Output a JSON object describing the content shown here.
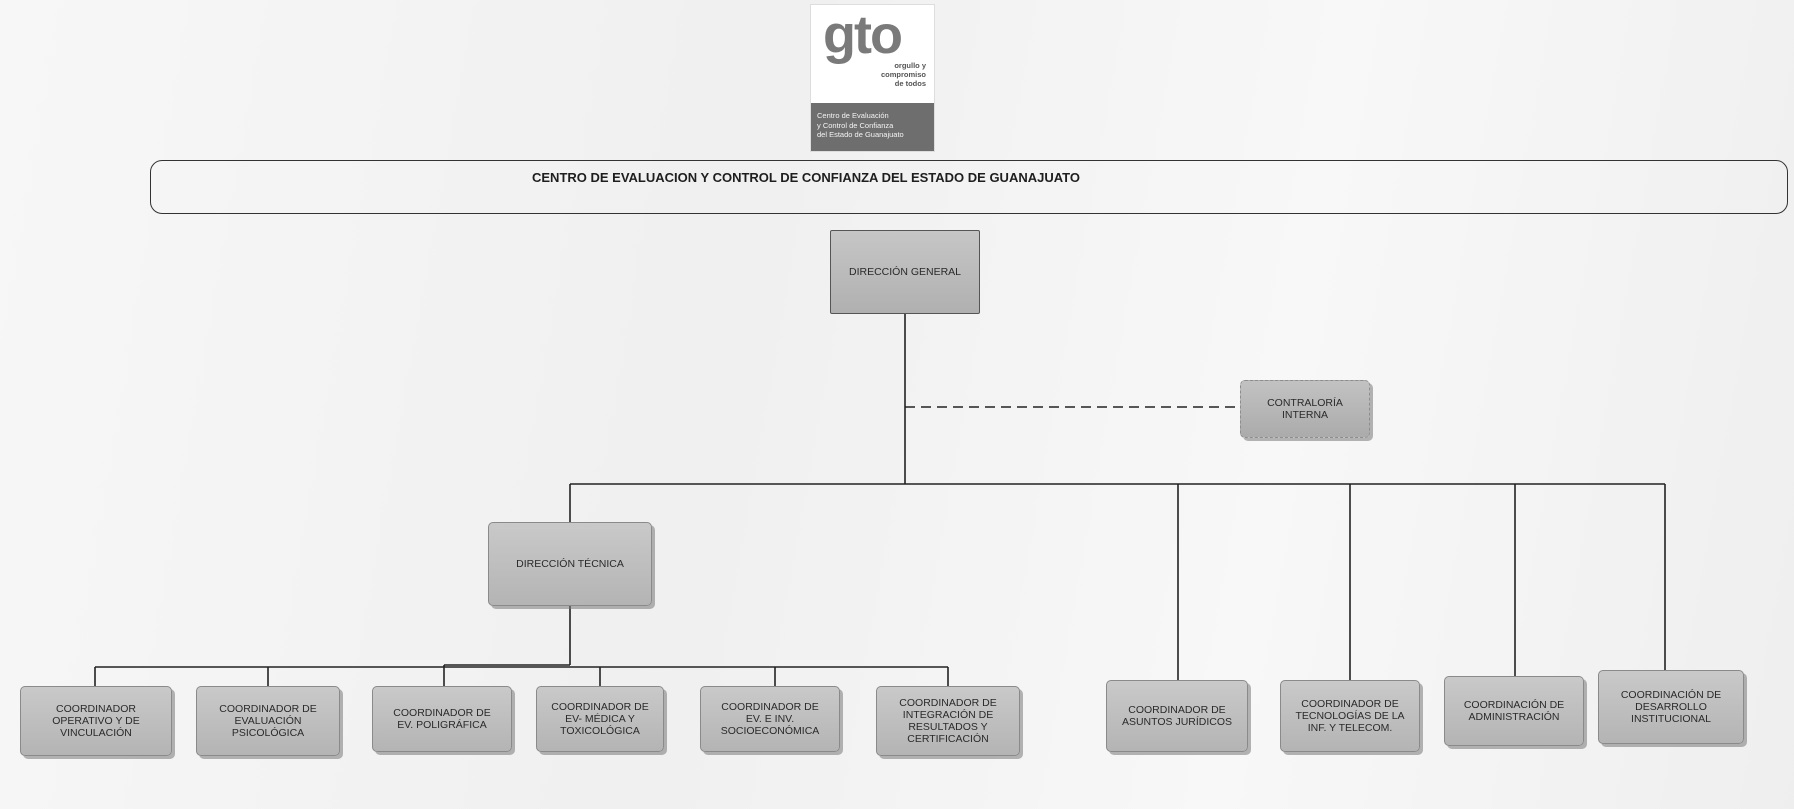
{
  "logo": {
    "wordmark": "gto",
    "tagline": "orgullo y\ncompromiso\nde todos",
    "band": "Centro de Evaluación\ny Control de Confianza\ndel Estado de Guanajuato"
  },
  "title": "CENTRO DE EVALUACION Y CONTROL DE CONFIANZA DEL ESTADO DE GUANAJUATO",
  "nodes": {
    "direccion_general": "DIRECCIÓN GENERAL",
    "contraloria_interna": "CONTRALORÍA\nINTERNA",
    "direccion_tecnica": "DIRECCIÓN TÉCNICA",
    "coord_operativo": "COORDINADOR\nOPERATIVO Y DE\nVINCULACIÓN",
    "coord_psicologica": "COORDINADOR DE\nEVALUACIÓN\nPSICOLÓGICA",
    "coord_poligrafica": "COORDINADOR DE\nEV. POLIGRÁFICA",
    "coord_medica": "COORDINADOR DE\nEV- MÉDICA Y\nTOXICOLÓGICA",
    "coord_socioeconomica": "COORDINADOR DE\nEV. E INV.\nSOCIOECONÓMICA",
    "coord_integracion": "COORDINADOR DE\nINTEGRACIÓN DE\nRESULTADOS Y\nCERTIFICACIÓN",
    "coord_juridicos": "COORDINADOR DE\nASUNTOS JURÍDICOS",
    "coord_tecnologias": "COORDINADOR DE\nTECNOLOGÍAS DE LA\nINF. Y TELECOM.",
    "coord_administracion": "COORDINACIÓN DE\nADMINISTRACIÓN",
    "coord_desarrollo": "COORDINACIÓN DE\nDESARROLLO\nINSTITUCIONAL"
  },
  "colors": {
    "box_fill": "#bdbdbd",
    "line": "#222222"
  }
}
